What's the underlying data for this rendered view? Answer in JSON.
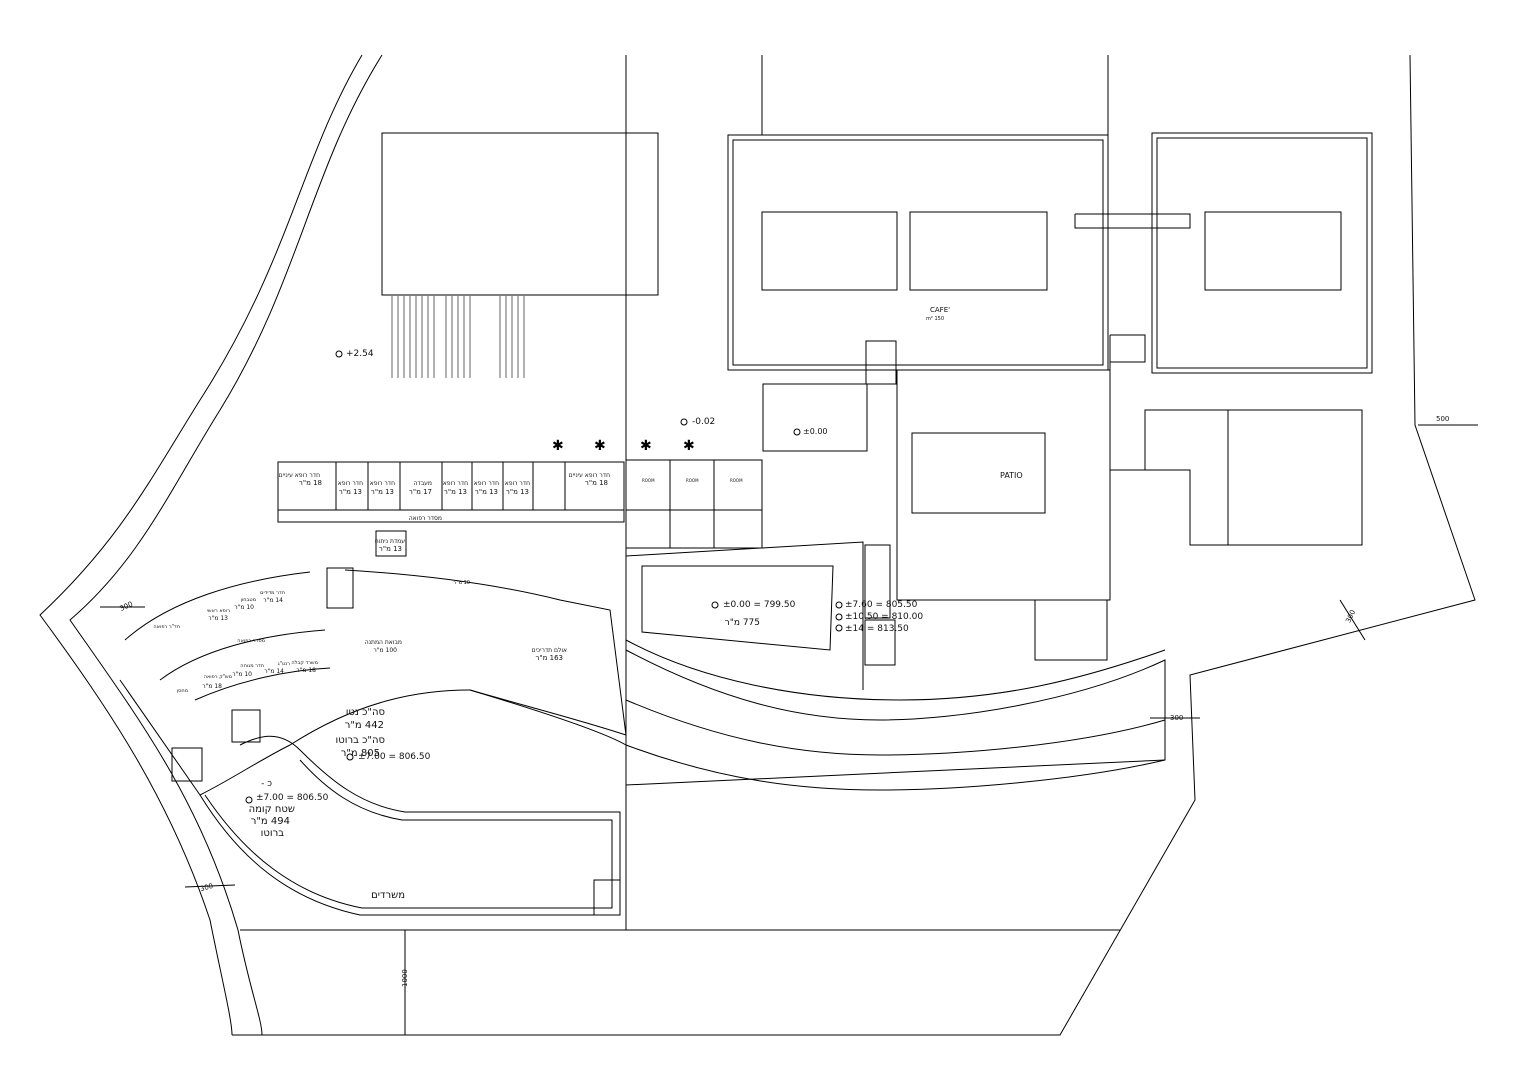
{
  "labels": {
    "cafe": "CAFE'",
    "cafe_area": "m² 150",
    "patio": "PATIO",
    "room_a": "ROOM",
    "room_b": "ROOM",
    "room_c": "ROOM"
  },
  "levels": {
    "lvl_254": "+2.54",
    "lvl_002": "-0.02",
    "lvl_000": "±0.00",
    "lvl_main": "±0.00 = 799.50",
    "lvl_main_area": "775 מ\"ר",
    "lvl_760": "±7.60 = 805.50",
    "lvl_1050": "±10.50 = 810.00",
    "lvl_14": "±14 = 813.50",
    "lvl_700a": "±7.00 = 806.50",
    "lvl_700b": "±7.00 = 806.50"
  },
  "areas": {
    "net_title": "סה\"כ נטו",
    "net_value": "442 מ\"ר",
    "gross_title": "סה\"כ ברוטו",
    "gross_value": "805 מ\"ר",
    "floor_title": "שטח קומה",
    "floor_value": "494 מ\"ר",
    "floor_note": "ברוטו",
    "kaf": "כ -"
  },
  "rooms": {
    "r1": "חדר רופא עיניים",
    "r1a": "18 מ\"ר",
    "r2": "חדר רופא",
    "r2a": "13 מ\"ר",
    "r3": "חדר רופא",
    "r3a": "13 מ\"ר",
    "r4": "מעבדה",
    "r4a": "17 מ\"ר",
    "r5": "חדר רופא",
    "r5a": "13 מ\"ר",
    "r6": "חדר רופא",
    "r6a": "13 מ\"ר",
    "r7": "חדר רופא",
    "r7a": "13 מ\"ר",
    "r8": "חדר רופא עיניים",
    "r8a": "18 מ\"ר",
    "corridor": "מסדר רפואה",
    "nursing": "עמדת ניתוח",
    "nursing_a": "13 מ\"ר",
    "lobby": "מבואת המתנה",
    "lobby_a": "100 מ\"ר",
    "hall": "אולם תדריכים",
    "hall_a": "163 מ\"ר",
    "offices": "משרדים",
    "c1": "חדר מדידים",
    "c1a": "14 מ\"ר",
    "c2": "מטבחון",
    "c2a": "10 מ\"ר",
    "c3": "רופא ראשי",
    "c3a": "13 מ\"ר",
    "c4": "חד\"ר רפואה",
    "c5": "משרד קבלה",
    "c5a": "18 מ\"ר",
    "c6": "רנט\"ג",
    "c6a": "14 מ\"ר",
    "c7": "חדר מנוחה",
    "c7a": "10 מ\"ר",
    "c8": "מש\"ק רפואה",
    "c8a": "18 מ\"ר",
    "c9": "מחסן",
    "c10": "מסדר רפואה",
    "small_a": "10 מ\"ר"
  },
  "dims": {
    "d500": "500",
    "d300a": "300",
    "d300b": "300",
    "d300c": "300",
    "d300d": "300",
    "d1000": "1000"
  }
}
